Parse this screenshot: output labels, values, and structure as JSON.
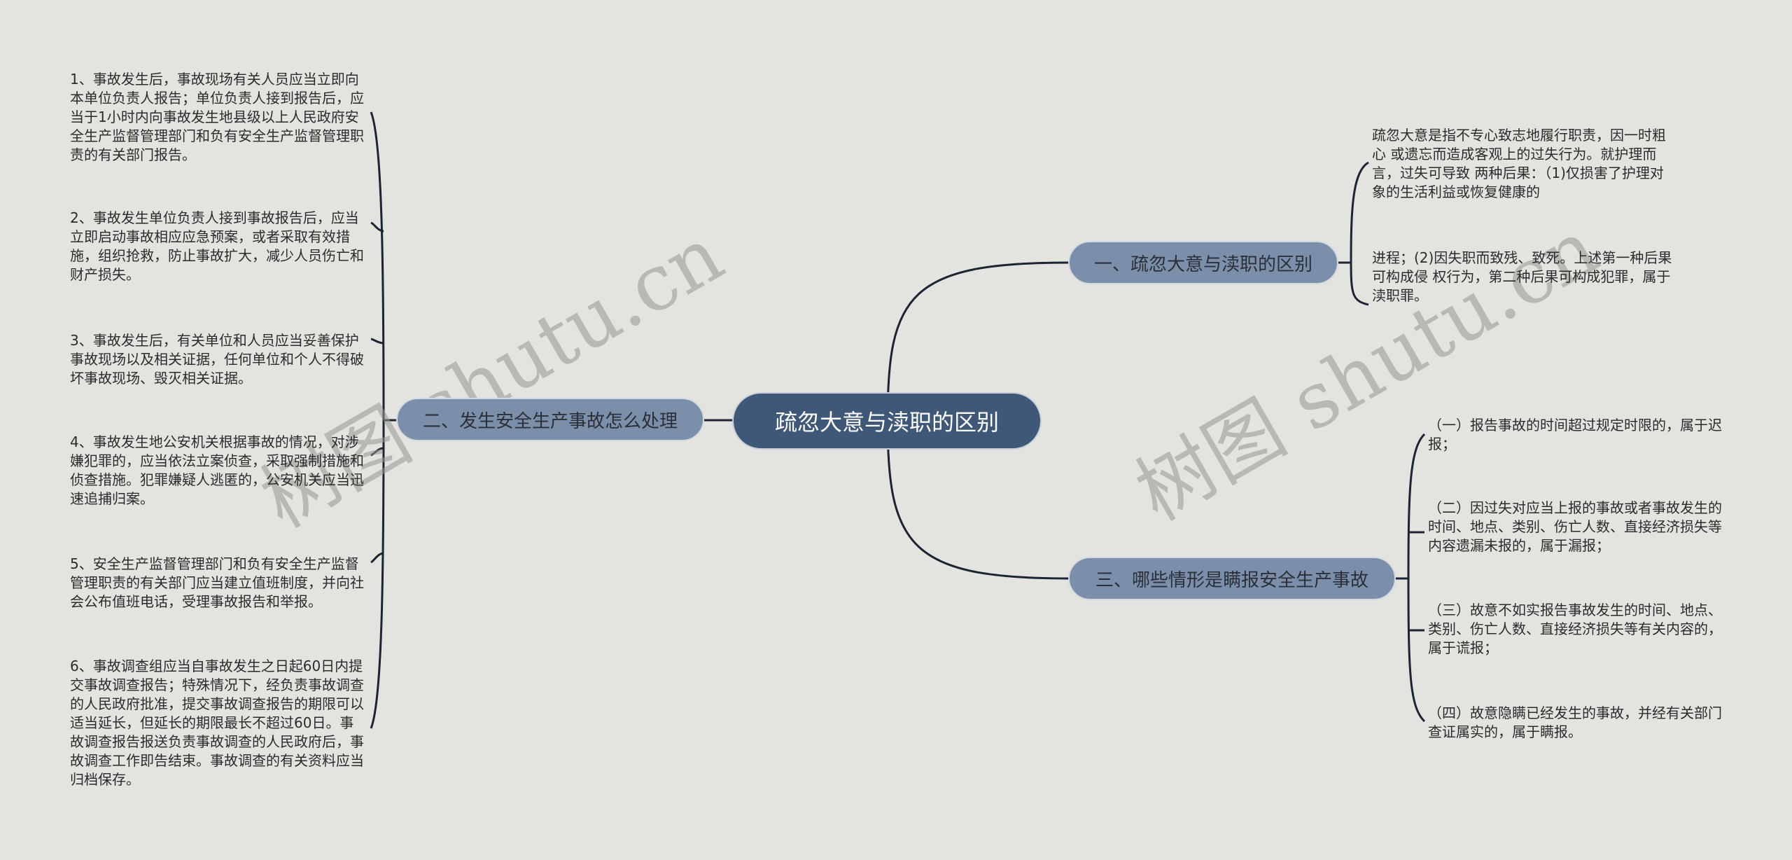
{
  "watermark": {
    "text": "树图 shutu.cn"
  },
  "root": {
    "label": "疏忽大意与渎职的区别"
  },
  "branches": [
    {
      "label": "一、疏忽大意与渎职的区别",
      "leaves": [
        "疏忽大意是指不专心致志地履行职责，因一时粗心 或遗忘而造成客观上的过失行为。就护理而言，过失可导致 两种后果：（1)仅损害了护理对象的生活利益或恢复健康的",
        "进程；(2)因失职而致残、致死。上述第一种后果可构成侵 权行为，第二种后果可构成犯罪，属于渎职罪。"
      ]
    },
    {
      "label": "二、发生安全生产事故怎么处理",
      "leaves": [
        "1、事故发生后，事故现场有关人员应当立即向本单位负责人报告；单位负责人接到报告后，应当于1小时内向事故发生地县级以上人民政府安全生产监督管理部门和负有安全生产监督管理职责的有关部门报告。",
        "2、事故发生单位负责人接到事故报告后，应当立即启动事故相应应急预案，或者采取有效措施，组织抢救，防止事故扩大，减少人员伤亡和财产损失。",
        "3、事故发生后，有关单位和人员应当妥善保护事故现场以及相关证据，任何单位和个人不得破坏事故现场、毁灭相关证据。",
        "4、事故发生地公安机关根据事故的情况，对涉嫌犯罪的，应当依法立案侦查，采取强制措施和侦查措施。犯罪嫌疑人逃匿的，公安机关应当迅速追捕归案。",
        "5、安全生产监督管理部门和负有安全生产监督管理职责的有关部门应当建立值班制度，并向社会公布值班电话，受理事故报告和举报。",
        "6、事故调查组应当自事故发生之日起60日内提交事故调查报告；特殊情况下，经负责事故调查的人民政府批准，提交事故调查报告的期限可以适当延长，但延长的期限最长不超过60日。事故调查报告报送负责事故调查的人民政府后，事故调查工作即告结束。事故调查的有关资料应当归档保存。"
      ]
    },
    {
      "label": "三、哪些情形是瞒报安全生产事故",
      "leaves": [
        "（一）报告事故的时间超过规定时限的，属于迟报；",
        "（二）因过失对应当上报的事故或者事故发生的时间、地点、类别、伤亡人数、直接经济损失等内容遗漏未报的，属于漏报；",
        "（三）故意不如实报告事故发生的时间、地点、类别、伤亡人数、直接经济损失等有关内容的，属于谎报；",
        "（四）故意隐瞒已经发生的事故，并经有关部门查证属实的，属于瞒报。"
      ]
    }
  ],
  "colors": {
    "background": "#e3e4e0",
    "root": "#3f5878",
    "branch": "#7b8fab",
    "connector": "#1d2433"
  }
}
